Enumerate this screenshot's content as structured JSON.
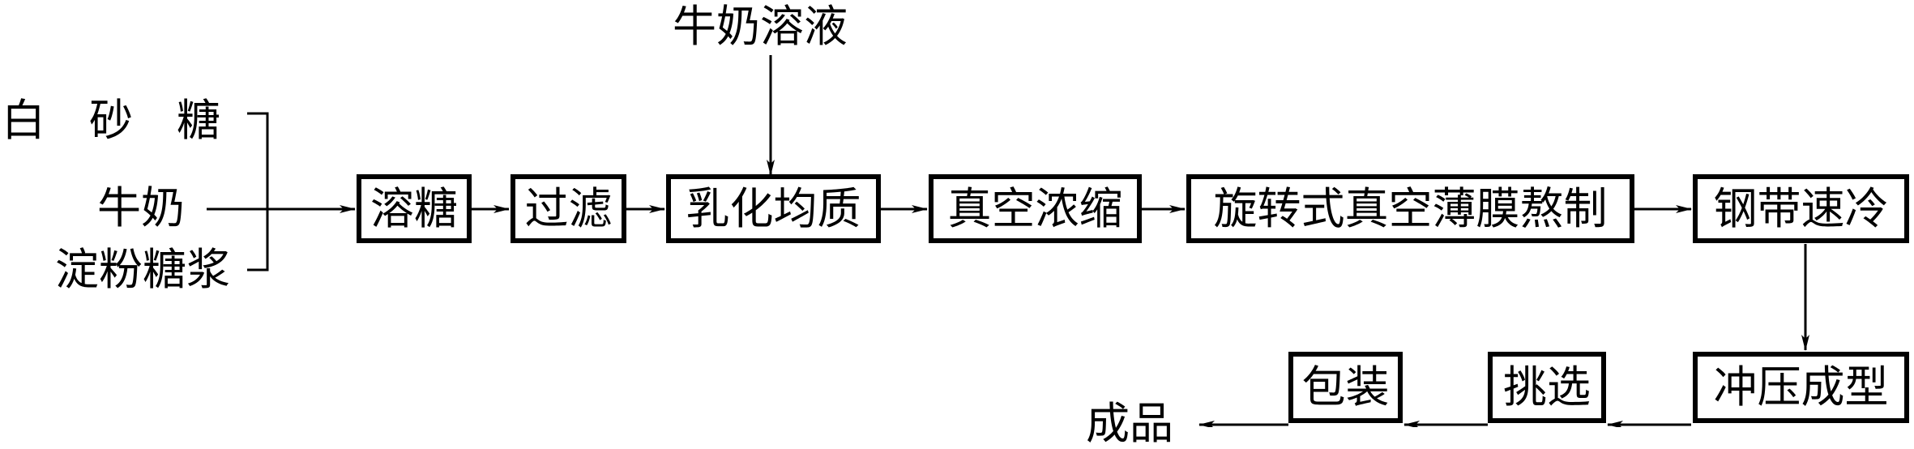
{
  "inputs": {
    "milk_solution": "牛奶溶液",
    "white_sugar": "白　砂　糖",
    "milk": "牛奶",
    "starch_syrup": "淀粉糖浆"
  },
  "steps": {
    "dissolve_sugar": "溶糖",
    "filter": "过滤",
    "emulsify": "乳化均质",
    "vacuum_concentrate": "真空浓缩",
    "film_cook": "旋转式真空薄膜熬制",
    "belt_cool": "钢带速冷",
    "stamp_form": "冲压成型",
    "sort": "挑选",
    "package": "包装"
  },
  "output": {
    "finished_product": "成品"
  }
}
